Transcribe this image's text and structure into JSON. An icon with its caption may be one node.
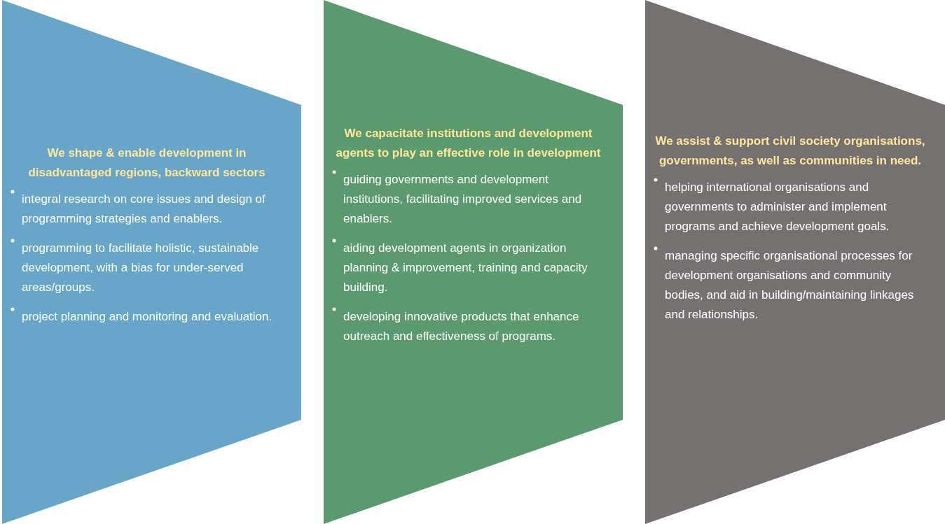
{
  "diagram": {
    "nodes": [
      {
        "text": [
          "We shape & enable development in disadvantaged regions, backward sectors",
          "integral research on core issues and design of programming strategies and enablers.",
          "programming to facilitate holistic, sustainable development, with a bias for under-served areas/groups.",
          "project planning and monitoring and evaluation."
        ]
      },
      {
        "text": [
          "We capacitate institutions and development agents to play an effective role in development",
          "guiding governments and development institutions, facilitating improved services and enablers.",
          "aiding development agents in organization planning & improvement, training and capacity building.",
          "developing innovative products that enhance outreach and effectiveness of programs."
        ]
      },
      {
        "text": [
          "We assist & support civil society organisations, governments, as well as communities in need.",
          "helping international organisations and governments to administer and implement programs and achieve development goals.",
          "managing specific organisational processes for development organisations and community bodies, and aid in building/maintaining linkages and relationships."
        ]
      }
    ],
    "edges": []
  }
}
